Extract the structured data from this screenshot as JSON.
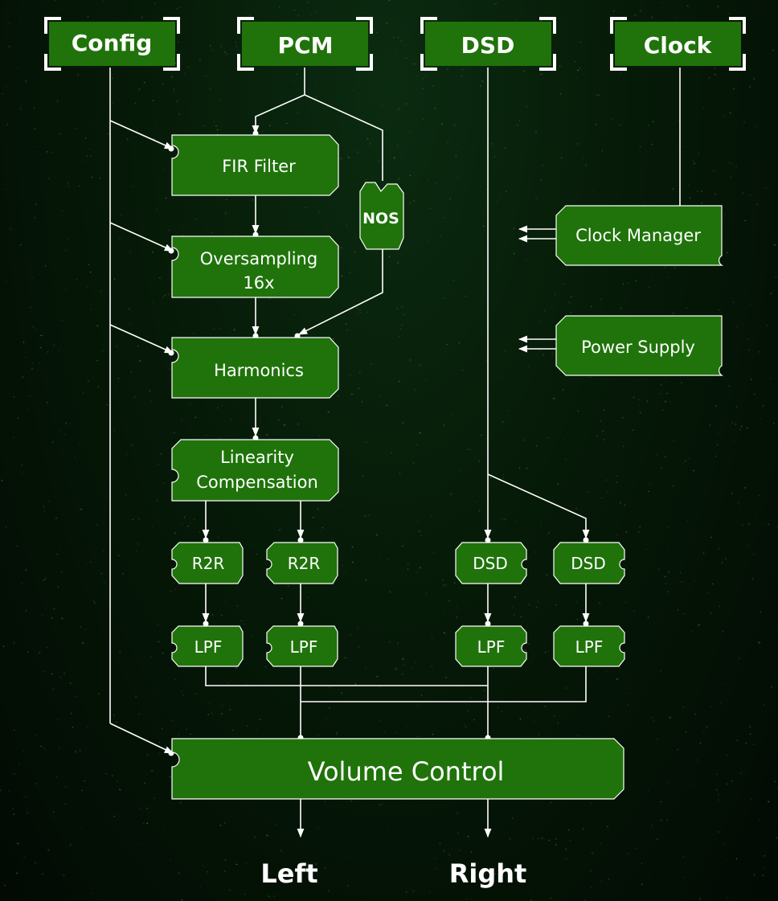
{
  "inputs": {
    "config": "Config",
    "pcm": "PCM",
    "dsd": "DSD",
    "clock": "Clock"
  },
  "blocks": {
    "fir_filter": "FIR Filter",
    "nos": "NOS",
    "oversampling_line1": "Oversampling",
    "oversampling_line2": "16x",
    "harmonics": "Harmonics",
    "linearity_line1": "Linearity",
    "linearity_line2": "Compensation",
    "clock_manager": "Clock Manager",
    "power_supply": "Power Supply",
    "r2r_left": "R2R",
    "r2r_right": "R2R",
    "dsd_left": "DSD",
    "dsd_right": "DSD",
    "lpf_1": "LPF",
    "lpf_2": "LPF",
    "lpf_3": "LPF",
    "lpf_4": "LPF",
    "volume_control": "Volume Control"
  },
  "outputs": {
    "left": "Left",
    "right": "Right"
  },
  "colors": {
    "box_fill": "#1f730a",
    "line": "#ffffff"
  }
}
